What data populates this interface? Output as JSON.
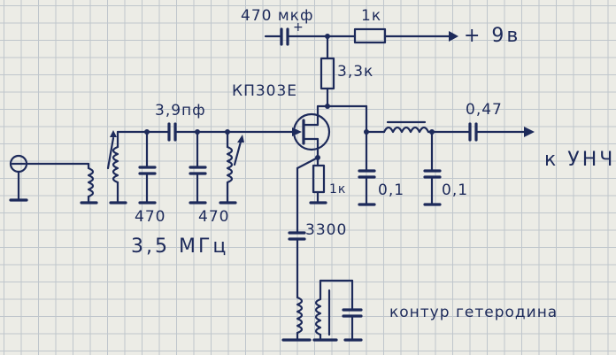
{
  "labels": {
    "c_top": "470 мкф",
    "r_top": "1к",
    "supply": "+ 9в",
    "r_drain": "3,3к",
    "transistor": "КП303Е",
    "c_coupling": "3,9пф",
    "c_out": "0,47",
    "output": "к УНЧ",
    "c_filter1": "0,1",
    "c_filter2": "0,1",
    "r_source": "1к",
    "c_source": "3300",
    "c_shunt1": "470",
    "c_shunt2": "470",
    "frequency": "3,5 МГц",
    "osc_tank": "контур гетеродина",
    "cap_plus": "+"
  },
  "colors": {
    "ink": "#1d2a5a",
    "paper": "#ecece6",
    "grid": "#bfc6cc"
  }
}
